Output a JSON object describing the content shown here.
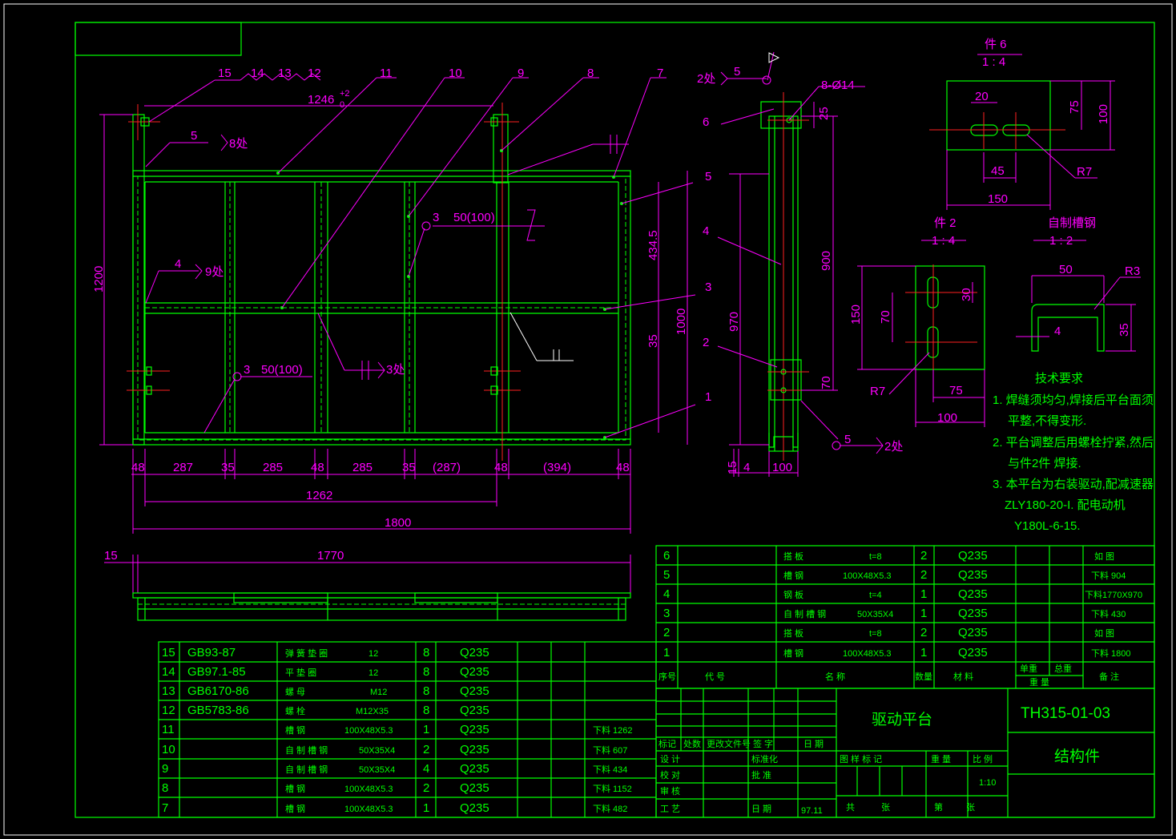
{
  "drawing": {
    "title": "驱动平台",
    "number": "TH315-01-03",
    "category": "结构件",
    "scale": "1:10",
    "date": "97.11"
  },
  "title_block": {
    "labels": [
      "标记",
      "处数",
      "更改文件号",
      "签 字",
      "日 期",
      "设 计",
      "标准化",
      "校 对",
      "批 准",
      "审 核",
      "工 艺",
      "日 期",
      "图 样 标 记",
      "重 量",
      "比 例",
      "共",
      "张",
      "第",
      "张"
    ]
  },
  "tech_notes": {
    "heading": "技术要求",
    "lines": [
      "1. 焊缝须均匀,焊接后平台面须",
      "平整,不得变形.",
      "2. 平台调整后用螺栓拧紧,然后",
      "与件2件 焊接.",
      "3. 本平台为右装驱动,配减速器",
      "ZLY180-20-I. 配电动机",
      "Y180L-6-15."
    ]
  },
  "detail_labels": {
    "part6": "件 6",
    "part6_scale": "1 : 4",
    "part2": "件 2",
    "part2_scale": "1 : 4",
    "channel": "自制槽钢",
    "channel_scale": "1 : 2"
  },
  "balloons": [
    "15",
    "14",
    "13",
    "12",
    "11",
    "10",
    "9",
    "8",
    "7",
    "6",
    "5",
    "4",
    "3",
    "2",
    "1"
  ],
  "side_labels": [
    "8-Ø14",
    "2处",
    "2处",
    "5",
    "5"
  ],
  "weld_notes": [
    "5",
    "8处",
    "4",
    "9处",
    "3",
    "50(100)",
    "3",
    "50(100)",
    "3处"
  ],
  "dimensions": {
    "main": [
      "1246",
      "+2",
      "0",
      "1200",
      "434.5",
      "35",
      "1000",
      "970",
      "900",
      "25",
      "70",
      "15",
      "4",
      "100"
    ],
    "bottom": [
      "48",
      "287",
      "35",
      "285",
      "48",
      "285",
      "35",
      "(287)",
      "48",
      "(394)",
      "48"
    ],
    "overall": [
      "1262",
      "1800",
      "15",
      "1770"
    ],
    "part6": [
      "20",
      "75",
      "100",
      "45",
      "150",
      "R7"
    ],
    "part2": [
      "30",
      "70",
      "150",
      "R7",
      "75",
      "100"
    ],
    "channel": [
      "50",
      "R3",
      "4",
      "35"
    ]
  },
  "parts_list_upper": {
    "header": [
      "序号",
      "代 号",
      "名 称",
      "数量",
      "材 料",
      "单重",
      "总重",
      "重 量",
      "备 注"
    ],
    "rows": [
      {
        "no": "6",
        "code": "",
        "name": "搭 板",
        "spec": "t=8",
        "qty": "2",
        "mat": "Q235",
        "note": "如 图"
      },
      {
        "no": "5",
        "code": "",
        "name": "槽 钢",
        "spec": "100X48X5.3",
        "qty": "2",
        "mat": "Q235",
        "note": "下料 904"
      },
      {
        "no": "4",
        "code": "",
        "name": "钢 板",
        "spec": "t=4",
        "qty": "1",
        "mat": "Q235",
        "note": "下料1770X970"
      },
      {
        "no": "3",
        "code": "",
        "name": "自 制 槽 钢",
        "spec": "50X35X4",
        "qty": "1",
        "mat": "Q235",
        "note": "下料 430"
      },
      {
        "no": "2",
        "code": "",
        "name": "搭 板",
        "spec": "t=8",
        "qty": "2",
        "mat": "Q235",
        "note": "如 图"
      },
      {
        "no": "1",
        "code": "",
        "name": "槽 钢",
        "spec": "100X48X5.3",
        "qty": "1",
        "mat": "Q235",
        "note": "下料 1800"
      }
    ]
  },
  "parts_list_lower": {
    "rows": [
      {
        "no": "15",
        "code": "GB93-87",
        "name": "弹 簧 垫 圈",
        "spec": "12",
        "qty": "8",
        "mat": "Q235",
        "note": ""
      },
      {
        "no": "14",
        "code": "GB97.1-85",
        "name": "平 垫 圈",
        "spec": "12",
        "qty": "8",
        "mat": "Q235",
        "note": ""
      },
      {
        "no": "13",
        "code": "GB6170-86",
        "name": "螺 母",
        "spec": "M12",
        "qty": "8",
        "mat": "Q235",
        "note": ""
      },
      {
        "no": "12",
        "code": "GB5783-86",
        "name": "螺 栓",
        "spec": "M12X35",
        "qty": "8",
        "mat": "Q235",
        "note": ""
      },
      {
        "no": "11",
        "code": "",
        "name": "槽 钢",
        "spec": "100X48X5.3",
        "qty": "1",
        "mat": "Q235",
        "note": "下料 1262"
      },
      {
        "no": "10",
        "code": "",
        "name": "自 制 槽 钢",
        "spec": "50X35X4",
        "qty": "2",
        "mat": "Q235",
        "note": "下料 607"
      },
      {
        "no": "9",
        "code": "",
        "name": "自 制 槽 钢",
        "spec": "50X35X4",
        "qty": "4",
        "mat": "Q235",
        "note": "下料 434"
      },
      {
        "no": "8",
        "code": "",
        "name": "槽 钢",
        "spec": "100X48X5.3",
        "qty": "2",
        "mat": "Q235",
        "note": "下料 1152"
      },
      {
        "no": "7",
        "code": "",
        "name": "槽 钢",
        "spec": "100X48X5.3",
        "qty": "1",
        "mat": "Q235",
        "note": "下料 482"
      }
    ]
  }
}
